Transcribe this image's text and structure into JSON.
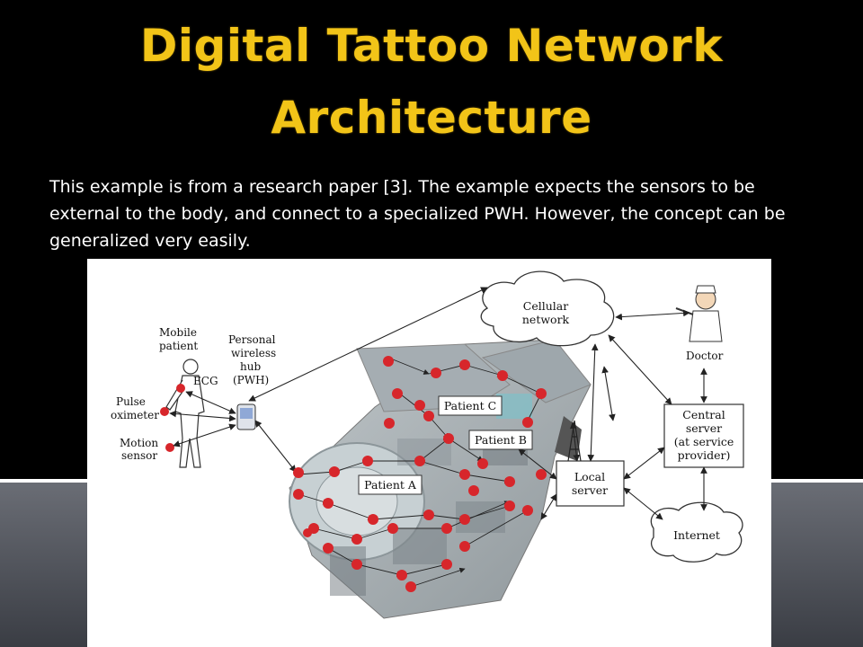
{
  "slide": {
    "title_line1": "Digital Tattoo Network",
    "title_line2": "Architecture",
    "body": "This example is from a research paper [3]. The example expects the sensors to be external to the body, and connect to a specialized PWH. However, the concept can be generalized very easily."
  },
  "figure": {
    "labels": {
      "mobile_patient_1": "Mobile",
      "mobile_patient_2": "patient",
      "pwh_1": "Personal",
      "pwh_2": "wireless",
      "pwh_3": "hub",
      "pwh_4": "(PWH)",
      "ecg": "ECG",
      "pulse_1": "Pulse",
      "pulse_2": "oximeter",
      "motion_1": "Motion",
      "motion_2": "sensor",
      "cellular_1": "Cellular",
      "cellular_2": "network",
      "doctor": "Doctor",
      "central_1": "Central",
      "central_2": "server",
      "central_3": "(at service",
      "central_4": "provider)",
      "local_1": "Local",
      "local_2": "server",
      "internet": "Internet",
      "patient_a": "Patient A",
      "patient_b": "Patient B",
      "patient_c": "Patient C"
    },
    "colors": {
      "sensor_dot": "#d7262b",
      "title": "#f2c418"
    }
  }
}
